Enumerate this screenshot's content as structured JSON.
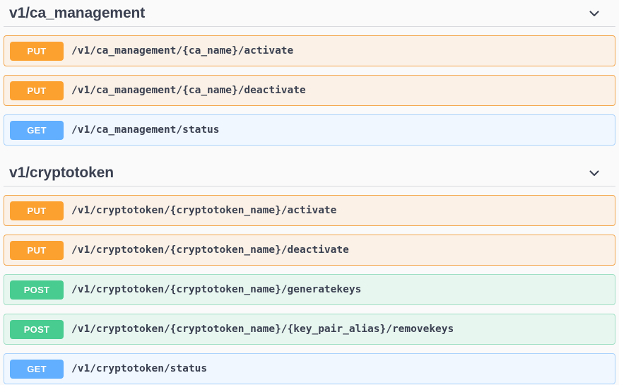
{
  "page": {
    "background_color": "#fafafa",
    "text_color": "#3b4151"
  },
  "method_colors": {
    "get": "#61affe",
    "post": "#49cc90",
    "put": "#fca130",
    "delete": "#f93e3e"
  },
  "sections": [
    {
      "title": "v1/ca_management",
      "toggle_icon": "chevron-down-icon",
      "expanded": true,
      "operations": [
        {
          "method": "PUT",
          "method_key": "put",
          "path": "/v1/ca_management/{ca_name}/activate"
        },
        {
          "method": "PUT",
          "method_key": "put",
          "path": "/v1/ca_management/{ca_name}/deactivate"
        },
        {
          "method": "GET",
          "method_key": "get",
          "path": "/v1/ca_management/status"
        }
      ]
    },
    {
      "title": "v1/cryptotoken",
      "toggle_icon": "chevron-down-icon",
      "expanded": true,
      "operations": [
        {
          "method": "PUT",
          "method_key": "put",
          "path": "/v1/cryptotoken/{cryptotoken_name}/activate"
        },
        {
          "method": "PUT",
          "method_key": "put",
          "path": "/v1/cryptotoken/{cryptotoken_name}/deactivate"
        },
        {
          "method": "POST",
          "method_key": "post",
          "path": "/v1/cryptotoken/{cryptotoken_name}/generatekeys"
        },
        {
          "method": "POST",
          "method_key": "post",
          "path": "/v1/cryptotoken/{cryptotoken_name}/{key_pair_alias}/removekeys"
        },
        {
          "method": "GET",
          "method_key": "get",
          "path": "/v1/cryptotoken/status"
        }
      ]
    }
  ]
}
